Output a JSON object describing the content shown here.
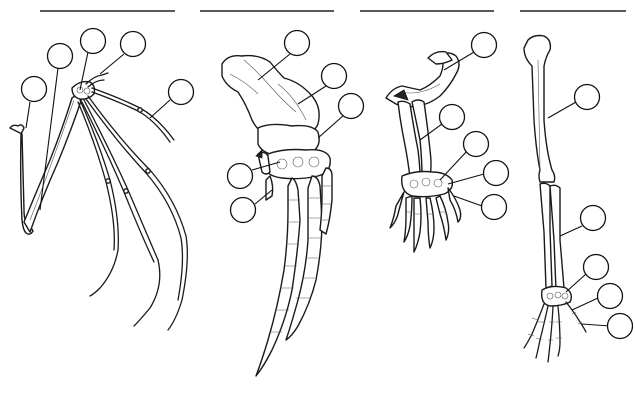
{
  "diagram": {
    "panels": [
      {
        "id": "bat-wing",
        "label_count": 5
      },
      {
        "id": "mole-forelimb",
        "label_count": 5
      },
      {
        "id": "bird-wing",
        "label_count": 5
      },
      {
        "id": "human-arm",
        "label_count": 5
      }
    ],
    "label_circles": [
      {
        "panel": "bat-wing",
        "text": ""
      },
      {
        "panel": "bat-wing",
        "text": ""
      },
      {
        "panel": "bat-wing",
        "text": ""
      },
      {
        "panel": "bat-wing",
        "text": ""
      },
      {
        "panel": "bat-wing",
        "text": ""
      },
      {
        "panel": "mole-forelimb",
        "text": ""
      },
      {
        "panel": "mole-forelimb",
        "text": ""
      },
      {
        "panel": "mole-forelimb",
        "text": ""
      },
      {
        "panel": "mole-forelimb",
        "text": ""
      },
      {
        "panel": "mole-forelimb",
        "text": ""
      },
      {
        "panel": "bird-wing",
        "text": ""
      },
      {
        "panel": "bird-wing",
        "text": ""
      },
      {
        "panel": "bird-wing",
        "text": ""
      },
      {
        "panel": "bird-wing",
        "text": ""
      },
      {
        "panel": "bird-wing",
        "text": ""
      },
      {
        "panel": "human-arm",
        "text": ""
      },
      {
        "panel": "human-arm",
        "text": ""
      },
      {
        "panel": "human-arm",
        "text": ""
      },
      {
        "panel": "human-arm",
        "text": ""
      },
      {
        "panel": "human-arm",
        "text": ""
      }
    ]
  }
}
